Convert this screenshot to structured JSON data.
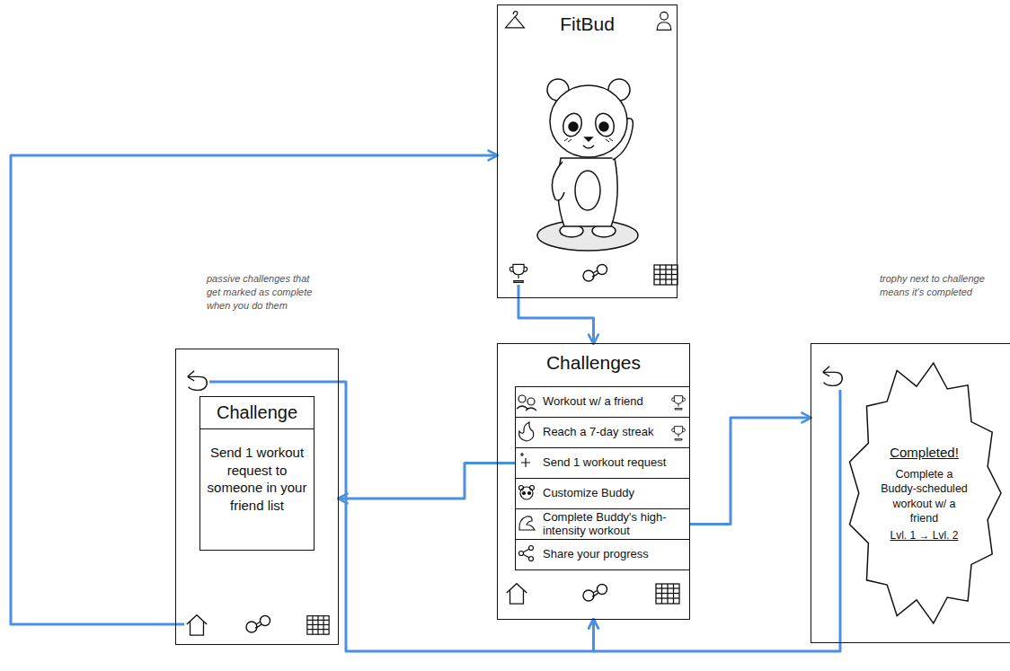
{
  "diagram": {
    "nodes": [
      {
        "text": [
          "FitBud"
        ]
      },
      {
        "text": [
          "passive challenges that get marked as complete when you do them"
        ]
      },
      {
        "text": [
          "Challenge",
          "Send 1 workout request to someone in your friend list"
        ],
        "in": 1
      },
      {
        "text": [
          "Challenges"
        ]
      },
      {
        "text": [
          "Workout w/ a friend"
        ],
        "in": 3
      },
      {
        "text": [
          "Reach a 7-day streak"
        ],
        "in": 3
      },
      {
        "text": [
          "Send 1 workout request"
        ],
        "in": 3
      },
      {
        "text": [
          "Customize Buddy"
        ],
        "in": 3
      },
      {
        "text": [
          "Complete Buddy's high-intensity workout"
        ],
        "in": 3
      },
      {
        "text": [
          "Share your progress"
        ],
        "in": 3
      },
      {
        "text": [
          "trophy next to challenge means it's completed"
        ]
      },
      {
        "text": [
          "Completed!",
          "Complete a Buddy-scheduled workout w/ a friend",
          "Lvl. 1 → Lvl. 2"
        ],
        "in": 10
      }
    ],
    "edges": [
      {
        "from": 0,
        "to": 3,
        "arrow": "to"
      },
      {
        "from": 6,
        "to": 1,
        "arrow": "to"
      },
      {
        "from": 8,
        "to": 10,
        "arrow": "to"
      },
      {
        "from": 1,
        "to": 0,
        "arrow": "to"
      },
      {
        "from": 1,
        "to": 3,
        "arrow": "to"
      },
      {
        "from": 10,
        "to": 3,
        "arrow": "to"
      }
    ]
  }
}
